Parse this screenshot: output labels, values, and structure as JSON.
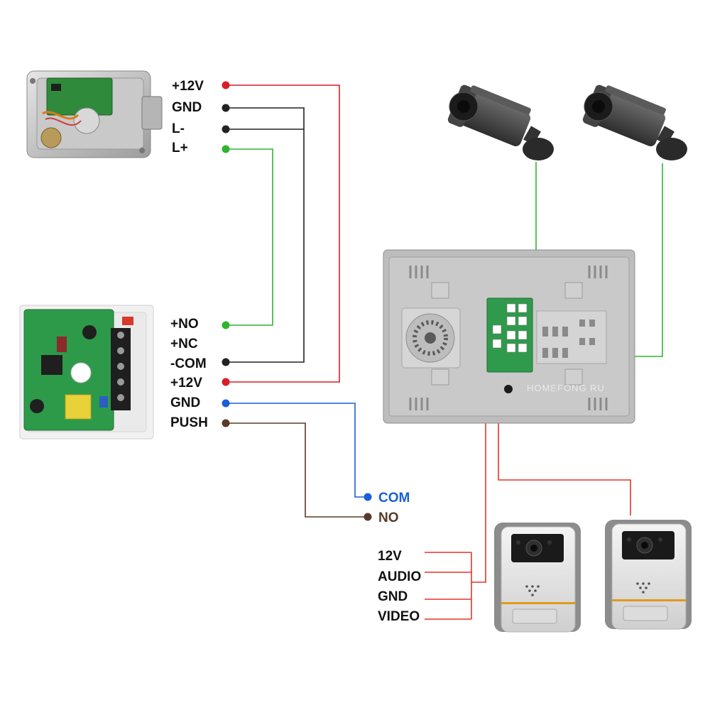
{
  "lock": {
    "labels": [
      "+12V",
      "GND",
      "L-",
      "L+"
    ]
  },
  "power_supply": {
    "labels": [
      "+NO",
      "+NC",
      "-COM",
      "+12V",
      "GND",
      "PUSH"
    ]
  },
  "exit_button": {
    "labels": [
      "COM",
      "NO"
    ]
  },
  "outdoor_panel": {
    "labels": [
      "12V",
      "AUDIO",
      "GND",
      "VIDEO"
    ]
  },
  "monitor": {
    "watermark": "HOMEFONG RU"
  },
  "colors": {
    "red": "#d81e28",
    "black": "#222222",
    "green": "#2fb52f",
    "blue": "#1a5fd6",
    "brown": "#5a3a28",
    "panel_red": "#e2352a"
  }
}
